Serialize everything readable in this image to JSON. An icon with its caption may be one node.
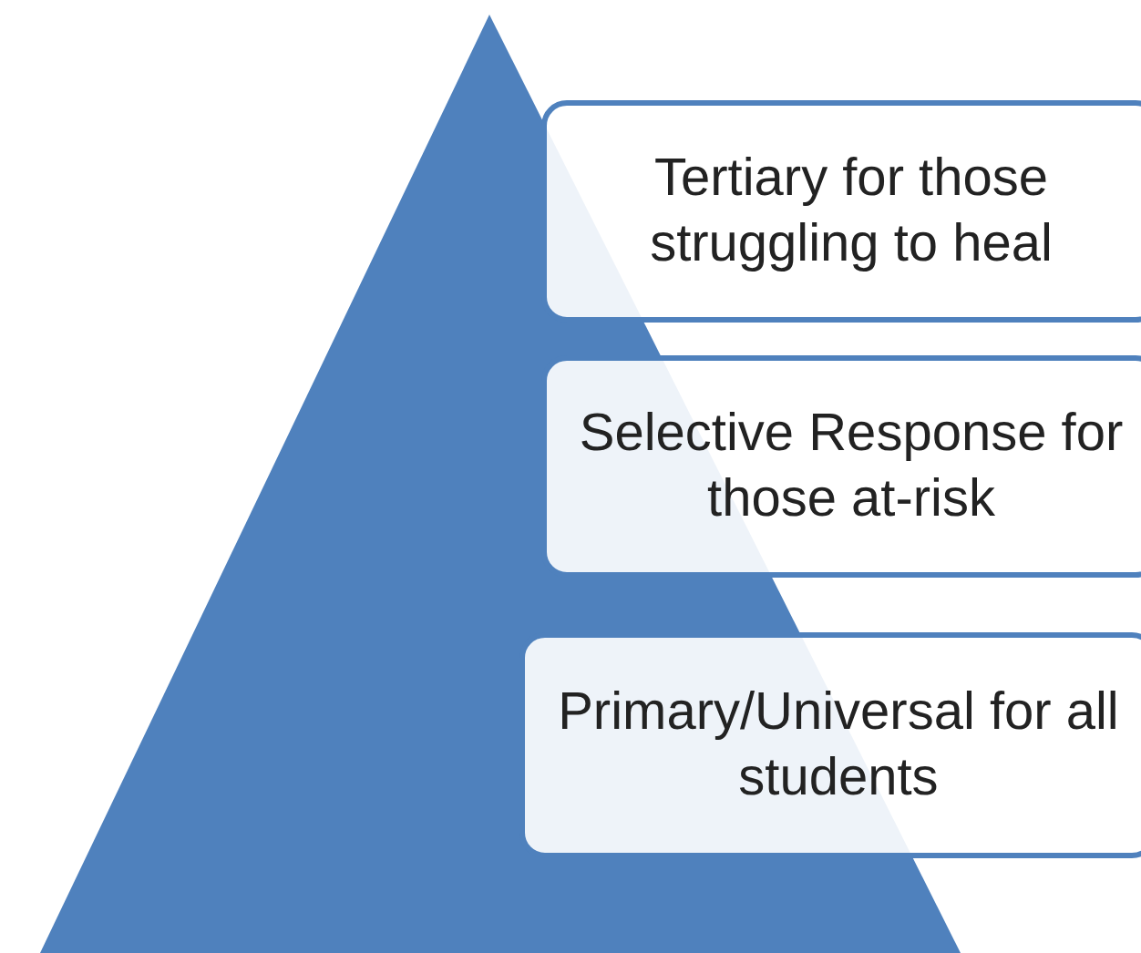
{
  "diagram": {
    "nodes": [
      {
        "text": [],
        "shape": "triangle"
      },
      {
        "text": [
          "Tertiary for those struggling to heal"
        ]
      },
      {
        "text": [
          "Selective Response for those at-risk"
        ]
      },
      {
        "text": [
          "Primary/Universal for all students"
        ]
      }
    ]
  }
}
